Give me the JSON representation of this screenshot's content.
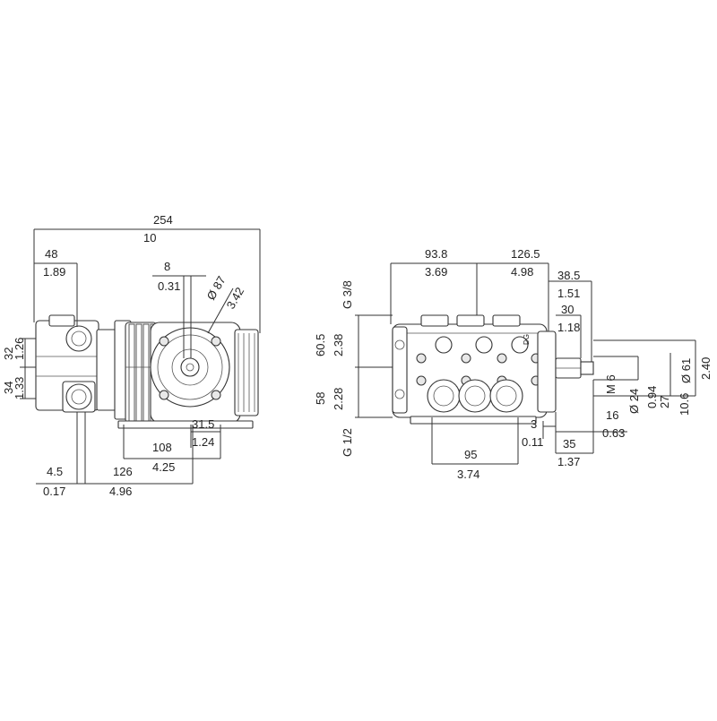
{
  "side_view": {
    "dim_overall_mm": "254",
    "dim_overall_in": "10",
    "dim_48_mm": "48",
    "dim_48_in": "1.89",
    "dim_shaft_mm": "8",
    "dim_shaft_in": "0.31",
    "dim_diam_mm": "Ø 87",
    "dim_diam_in": "3.42",
    "dim_32_mm": "32",
    "dim_32_in": "1.26",
    "dim_34_mm": "34",
    "dim_34_in": "1.33",
    "dim_315_mm": "31.5",
    "dim_315_in": "1.24",
    "dim_108_mm": "108",
    "dim_108_in": "4.25",
    "dim_45_mm": "4.5",
    "dim_45_in": "0.17",
    "dim_126_mm": "126",
    "dim_126_in": "4.96"
  },
  "front_view": {
    "dim_938_mm": "93.8",
    "dim_938_in": "3.69",
    "dim_1265_mm": "126.5",
    "dim_1265_in": "4.98",
    "dim_385_mm": "38.5",
    "dim_385_in": "1.51",
    "dim_30_mm": "30",
    "dim_30_in": "1.18",
    "thread_top": "G 3/8",
    "thread_bottom": "G 1/2",
    "dim_605_mm": "60.5",
    "dim_605_in": "2.38",
    "dim_58_mm": "58",
    "dim_58_in": "2.28",
    "dim_m6": "M 6",
    "dim_d24_mm": "Ø 24",
    "dim_d24_in": "0.94",
    "dim_27_mm": "27",
    "dim_106_mm": "10.6",
    "dim_d61_mm": "Ø 61",
    "dim_d61_in": "2.40",
    "dim_16_mm": "16",
    "dim_16_in": "0.63",
    "dim_3_mm": "3",
    "dim_3_in": "0.11",
    "dim_35_mm": "35",
    "dim_35_in": "1.37",
    "dim_95_mm": "95",
    "dim_95_in": "3.74",
    "housing_mark": "DG"
  }
}
